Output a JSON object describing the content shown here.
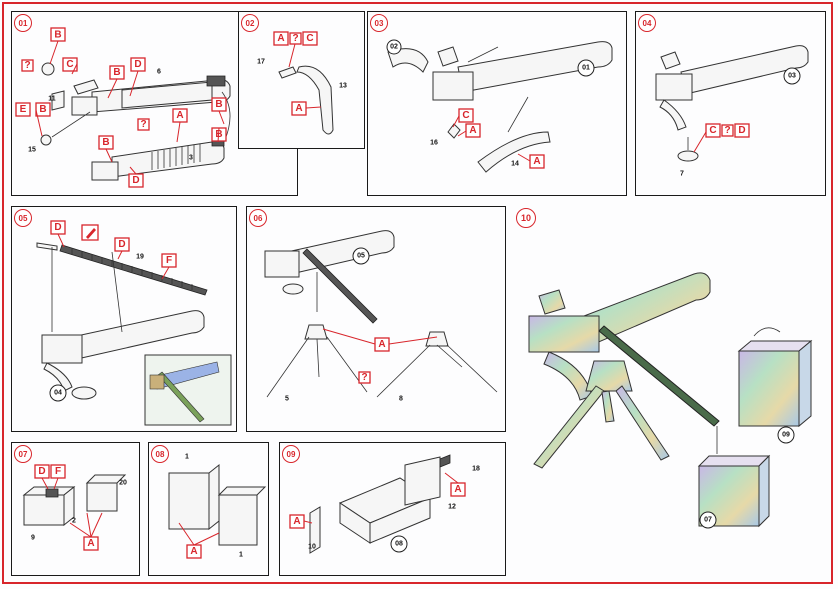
{
  "accent_color": "#d8262c",
  "panels": [
    {
      "id": "p01",
      "number": "01",
      "labels": [
        "B",
        "?",
        "C",
        "B",
        "D",
        "6",
        "11",
        "B",
        "A",
        "E",
        "B",
        "?",
        "B",
        "15",
        "B",
        "D",
        "3"
      ]
    },
    {
      "id": "p02",
      "number": "02",
      "labels": [
        "A",
        "?",
        "C",
        "17",
        "13",
        "A"
      ]
    },
    {
      "id": "p03",
      "number": "03",
      "labels": [
        "02",
        "01",
        "C",
        "A",
        "16",
        "14",
        "A"
      ]
    },
    {
      "id": "p04",
      "number": "04",
      "labels": [
        "03",
        "C",
        "?",
        "D",
        "7"
      ]
    },
    {
      "id": "p05",
      "number": "05",
      "labels": [
        "D",
        "D",
        "19",
        "F",
        "04"
      ]
    },
    {
      "id": "p06",
      "number": "06",
      "labels": [
        "05",
        "A",
        "?",
        "5",
        "8"
      ]
    },
    {
      "id": "p07",
      "number": "07",
      "labels": [
        "D",
        "F",
        "20",
        "2",
        "9",
        "A"
      ]
    },
    {
      "id": "p08",
      "number": "08",
      "labels": [
        "1",
        "A",
        "1"
      ]
    },
    {
      "id": "p09",
      "number": "09",
      "labels": [
        "18",
        "A",
        "A",
        "12",
        "10",
        "08"
      ]
    },
    {
      "id": "p10",
      "number": "10",
      "labels": [
        "09",
        "07"
      ]
    }
  ],
  "icons": [
    "pencil-icon",
    "question-mark-icon"
  ]
}
